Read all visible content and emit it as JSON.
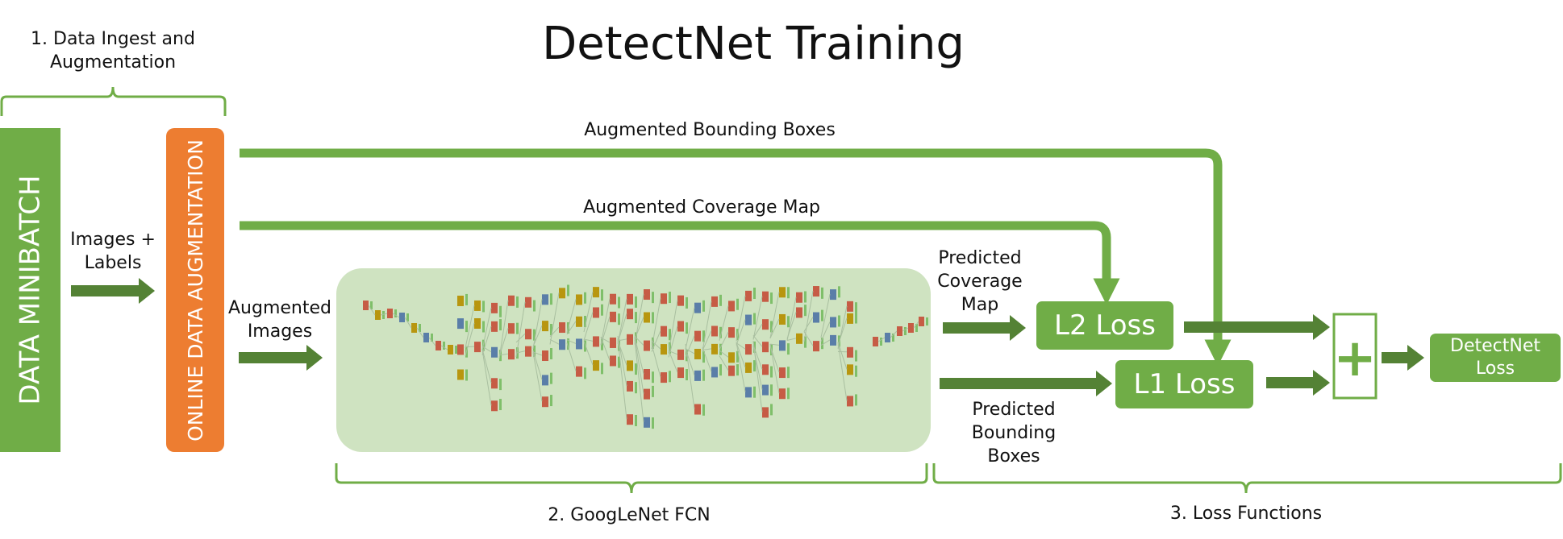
{
  "colors": {
    "green": "#70ad47",
    "dark_green": "#548235",
    "orange": "#ed7d31",
    "panel": "#cfe3c1",
    "layer_red": "#c65c45",
    "layer_gold": "#b8960f",
    "layer_green": "#7fbf6a",
    "layer_blue": "#5a7ea8"
  },
  "title": "DetectNet Training",
  "stage1": {
    "line1": "1. Data Ingest and",
    "line2": "Augmentation"
  },
  "stage2": "2. GoogLeNet FCN",
  "stage3": "3. Loss Functions",
  "minibatch": "DATA MINIBATCH",
  "augmentation": "ONLINE DATA AUGMENTATION",
  "images_labels": {
    "line1": "Images +",
    "line2": "Labels"
  },
  "augmented_images": {
    "line1": "Augmented",
    "line2": "Images"
  },
  "aug_bbox": "Augmented Bounding Boxes",
  "aug_cov": "Augmented Coverage Map",
  "pred_cov": {
    "line1": "Predicted",
    "line2": "Coverage",
    "line3": "Map"
  },
  "pred_bbox": {
    "line1": "Predicted",
    "line2": "Bounding",
    "line3": "Boxes"
  },
  "l2": "L2 Loss",
  "l1": "L1 Loss",
  "plus": "+",
  "detectnet_loss": {
    "line1": "DetectNet",
    "line2": "Loss"
  }
}
